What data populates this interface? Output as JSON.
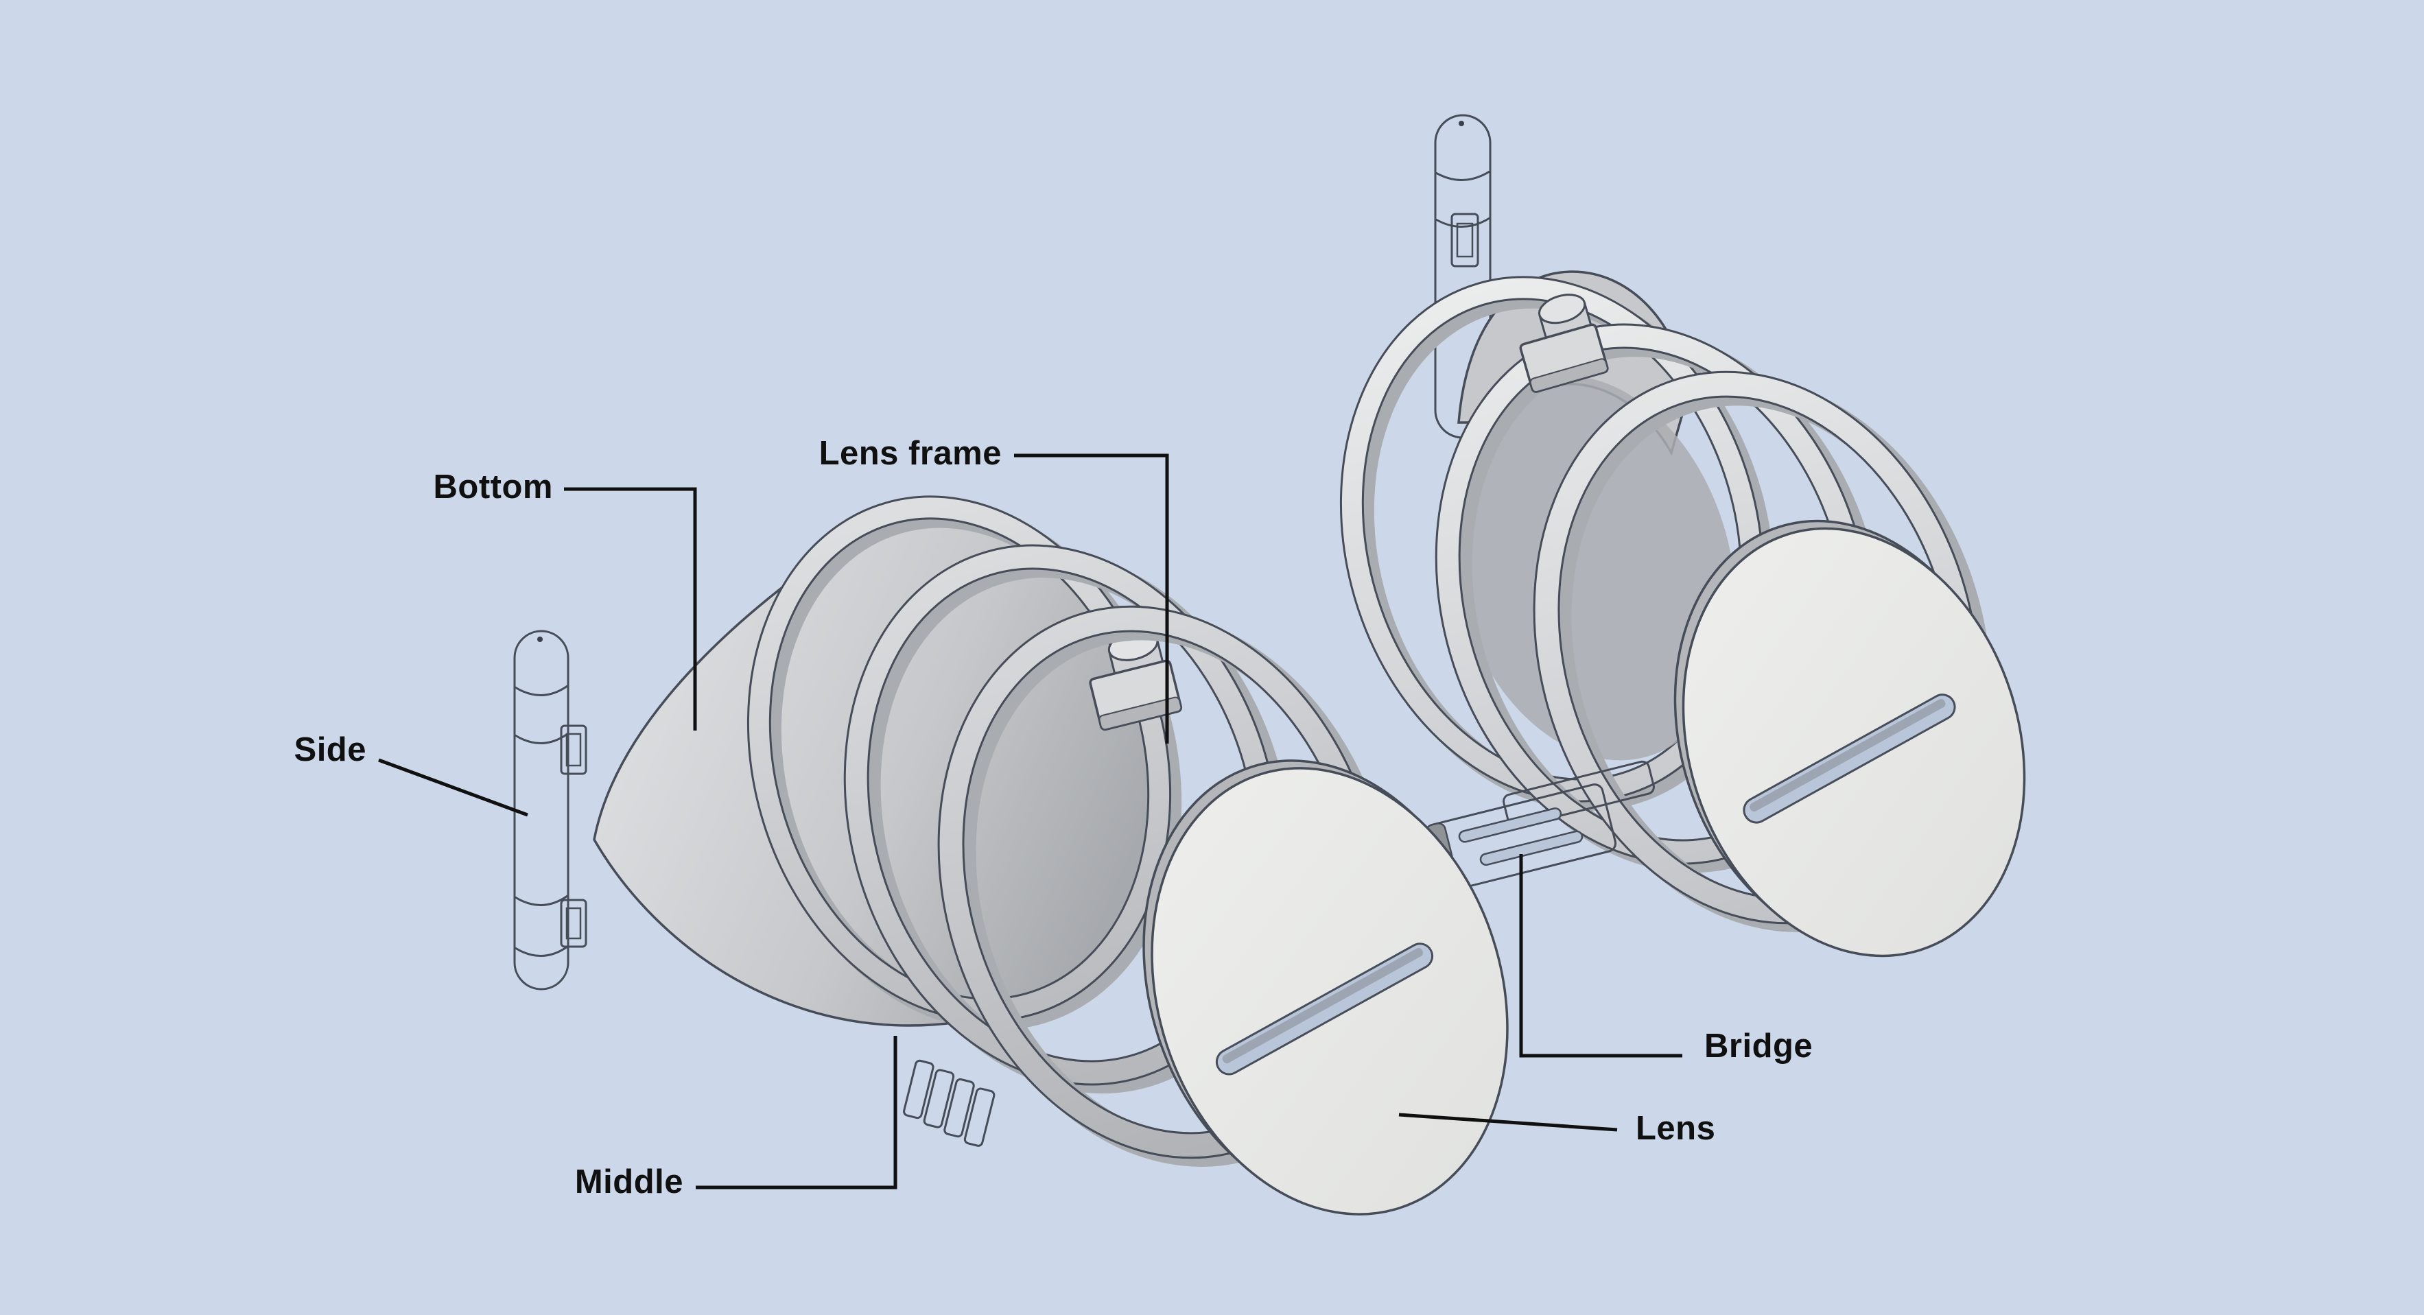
{
  "labels": {
    "bottom": "Bottom",
    "lens_frame": "Lens frame",
    "side": "Side",
    "middle": "Middle",
    "bridge": "Bridge",
    "lens": "Lens"
  },
  "colors": {
    "background": "#ccd8e9",
    "outline": "#464c58",
    "label": "#101010",
    "metal_light": "#e9eaec",
    "metal_mid": "#cfd1d4",
    "metal_dark": "#aaadb2",
    "cone_light": "#dcdee0",
    "cone_dark": "#a6a9ad",
    "lens_plate": "#ebecea",
    "slit": "#b9c6da"
  }
}
